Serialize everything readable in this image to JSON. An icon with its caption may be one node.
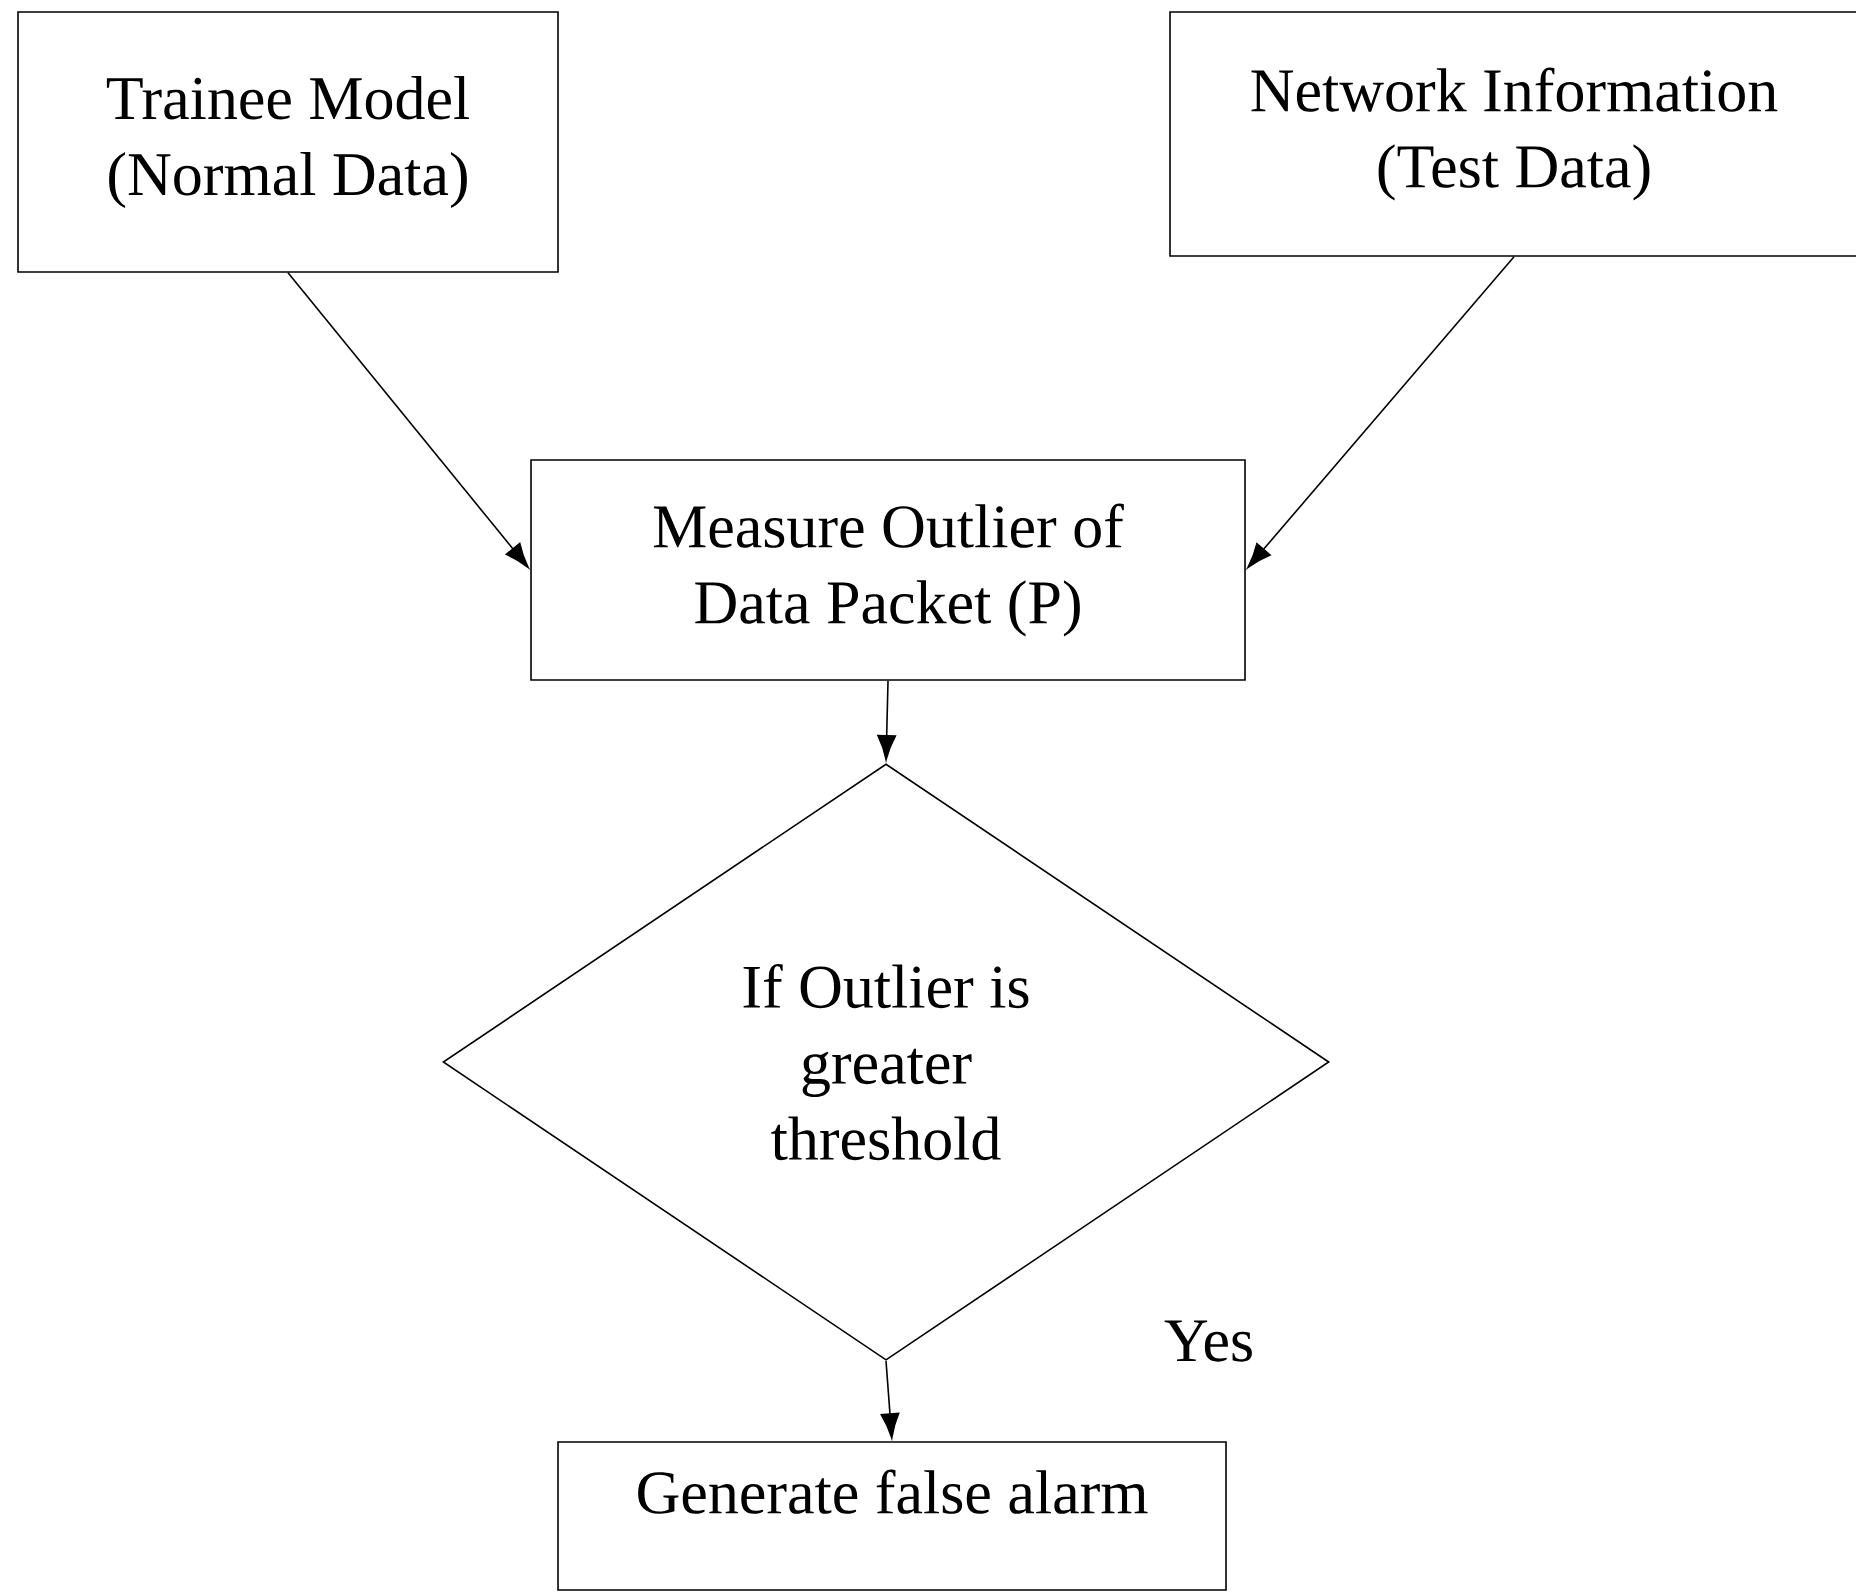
{
  "diagram": {
    "nodes": [
      {
        "text": [
          "Trainee Model (Normal Data)"
        ]
      },
      {
        "text": [
          "Network Information (Test Data)"
        ]
      },
      {
        "text": [
          "Measure Outlier of Data Packet (P)"
        ]
      },
      {
        "text": [
          "If Outlier is greater threshold"
        ]
      },
      {
        "text": [
          "Generate false alarm"
        ]
      }
    ],
    "edges": [
      {
        "from": 0,
        "to": 2,
        "arrow": "to"
      },
      {
        "from": 1,
        "to": 2,
        "arrow": "to"
      },
      {
        "from": 2,
        "to": 3,
        "arrow": "to"
      },
      {
        "from": 3,
        "to": 4,
        "arrow": "to",
        "label": "Yes"
      }
    ]
  }
}
